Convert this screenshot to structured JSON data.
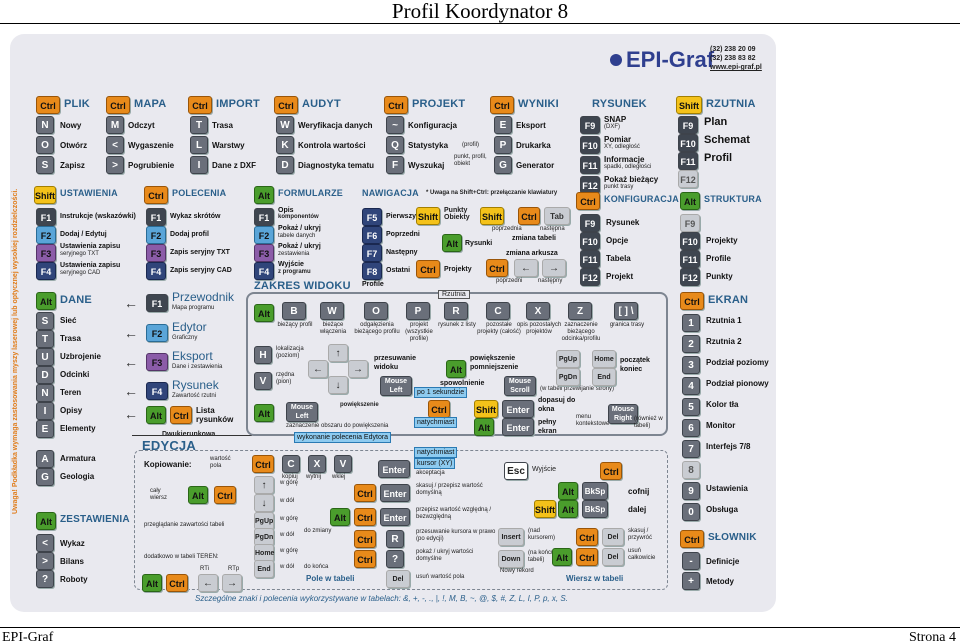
{
  "doc": {
    "title": "Profil Koordynator 8",
    "footer_left": "EPI-Graf",
    "footer_right": "Strona 4"
  },
  "card": {
    "logo": "EPI-Graf",
    "phone1": "(32) 238 20 09",
    "phone2": "(32) 238 83 82",
    "url": "www.epi-graf.pl",
    "side_text": "Uwaga! Podkładka wymaga zastosowania myszy laserowej lub optycznej wysokiej rozdzielczości.",
    "bottom_note": "Szczególne znaki i polecenia wykorzystywane w tabelach: &, +, -, ., |, !, M, B, ~, @, $, #, Z, L, I, P, p, x, S."
  },
  "plik": {
    "mod": "Ctrl",
    "title": "PLIK",
    "items": [
      {
        "key": "N",
        "label": "Nowy"
      },
      {
        "key": "O",
        "label": "Otwórz"
      },
      {
        "key": "S",
        "label": "Zapisz"
      }
    ]
  },
  "mapa": {
    "mod": "Ctrl",
    "title": "MAPA",
    "items": [
      {
        "key": "M",
        "label": "Odczyt"
      },
      {
        "key": "<",
        "label": "Wygaszenie"
      },
      {
        "key": ">",
        "label": "Pogrubienie"
      }
    ]
  },
  "import": {
    "mod": "Ctrl",
    "title": "IMPORT",
    "items": [
      {
        "key": "T",
        "label": "Trasa"
      },
      {
        "key": "L",
        "label": "Warstwy"
      },
      {
        "key": "I",
        "label": "Dane z DXF"
      }
    ]
  },
  "audyt": {
    "mod": "Ctrl",
    "title": "AUDYT",
    "items": [
      {
        "key": "W",
        "label": "Weryfikacja danych"
      },
      {
        "key": "K",
        "label": "Kontrola wartości"
      },
      {
        "key": "D",
        "label": "Diagnostyka tematu"
      }
    ]
  },
  "projekt": {
    "mod": "Ctrl",
    "title": "PROJEKT",
    "items": [
      {
        "key": "~",
        "label": "Konfiguracja"
      },
      {
        "key": "Q",
        "label": "Statystyka",
        "note": "(profil)"
      },
      {
        "key": "F",
        "label": "Wyszukaj",
        "note": "punkt, profil, obiekt"
      }
    ]
  },
  "wyniki": {
    "mod": "Ctrl",
    "title": "WYNIKI",
    "items": [
      {
        "key": "E",
        "label": "Eksport"
      },
      {
        "key": "P",
        "label": "Drukarka"
      },
      {
        "key": "G",
        "label": "Generator"
      }
    ]
  },
  "rysunek": {
    "title": "RYSUNEK",
    "items": [
      {
        "key": "F9",
        "label": "SNAP",
        "note": "(DXF)"
      },
      {
        "key": "F10",
        "label": "Pomiar",
        "note": "XY, odległość"
      },
      {
        "key": "F11",
        "label": "Informacje",
        "note": "spadki, odległości"
      },
      {
        "key": "F12",
        "label": "Pokaż bieżący",
        "note": "punkt trasy"
      }
    ]
  },
  "rzutnia": {
    "mod": "Shift",
    "title": "RZUTNIA",
    "items": [
      {
        "key": "F9",
        "label": "Plan"
      },
      {
        "key": "F10",
        "label": "Schemat"
      },
      {
        "key": "F11",
        "label": "Profil"
      },
      {
        "key": "F12",
        "label": ""
      }
    ]
  },
  "ustawienia": {
    "mod": "Shift",
    "title": "USTAWIENIA",
    "items": [
      {
        "key": "F1",
        "label": "Instrukcje (wskazówki)"
      },
      {
        "key": "F2",
        "label": "Dodaj / Edytuj"
      },
      {
        "key": "F3",
        "label": "Ustawienia zapisu",
        "note": "seryjnego TXT"
      },
      {
        "key": "F4",
        "label": "Ustawienia zapisu",
        "note": "seryjnego CAD"
      }
    ]
  },
  "polecenia": {
    "mod": "Ctrl",
    "title": "POLECENIA",
    "items": [
      {
        "key": "F1",
        "label": "Wykaz skrótów"
      },
      {
        "key": "F2",
        "label": "Dodaj profil"
      },
      {
        "key": "F3",
        "label": "Zapis seryjny TXT"
      },
      {
        "key": "F4",
        "label": "Zapis seryjny CAD"
      }
    ]
  },
  "formularze": {
    "mod": "Alt",
    "title": "FORMULARZE",
    "items": [
      {
        "key": "F1",
        "label": "Opis",
        "note": "komponentów"
      },
      {
        "key": "F2",
        "label": "Pokaż / ukryj",
        "note": "tabele danych"
      },
      {
        "key": "F3",
        "label": "Pokaż / ukryj",
        "note": "zestawienia"
      },
      {
        "key": "F4",
        "label": "Wyjście",
        "note": "z programu"
      }
    ]
  },
  "nawigacja": {
    "title": "NAWIGACJA",
    "note": "* Uwaga na Shift+Ctrl: przełączanie klawiatury",
    "items": [
      {
        "key": "F5",
        "label": "Pierwszy"
      },
      {
        "key": "F6",
        "label": "Poprzedni"
      },
      {
        "key": "F7",
        "label": "Następny"
      },
      {
        "key": "F8",
        "label": "Ostatni"
      }
    ],
    "profile_label": "Profile",
    "punkty_obiekty": "Punkty Obiekty",
    "rysunki": "Rysunki",
    "projekty": "Projekty",
    "shift": "Shift",
    "ctrl": "Ctrl",
    "alt": "Alt",
    "tab": "Tab",
    "poprzednia": "poprzednia",
    "nastepna": "następna",
    "zmiana_tabeli": "zmiana tabeli",
    "zmiana_arkusza": "zmiana arkusza",
    "poprzedni": "poprzedni",
    "nastepny": "następny"
  },
  "konfiguracja": {
    "mod": "Ctrl",
    "title": "KONFIGURACJA",
    "items": [
      {
        "key": "F9",
        "label": "Rysunek"
      },
      {
        "key": "F10",
        "label": "Opcje"
      },
      {
        "key": "F11",
        "label": "Tabela"
      },
      {
        "key": "F12",
        "label": "Projekt"
      }
    ]
  },
  "struktura": {
    "mod": "Alt",
    "title": "STRUKTURA",
    "items": [
      {
        "key": "F9",
        "label": ""
      },
      {
        "key": "F10",
        "label": "Projekty"
      },
      {
        "key": "F11",
        "label": "Profile"
      },
      {
        "key": "F12",
        "label": "Punkty"
      }
    ]
  },
  "dane": {
    "mod": "Alt",
    "title": "DANE",
    "items": [
      {
        "key": "S",
        "label": "Sieć"
      },
      {
        "key": "T",
        "label": "Trasa"
      },
      {
        "key": "U",
        "label": "Uzbrojenie"
      },
      {
        "key": "D",
        "label": "Odcinki"
      },
      {
        "key": "N",
        "label": "Teren"
      },
      {
        "key": "I",
        "label": "Opisy"
      },
      {
        "key": "E",
        "label": "Elementy"
      },
      {
        "key": "A",
        "label": "Armatura"
      },
      {
        "key": "G",
        "label": "Geologia"
      }
    ]
  },
  "zestawienia": {
    "mod": "Alt",
    "title": "ZESTAWIENIA",
    "items": [
      {
        "key": "<",
        "label": "Wykaz"
      },
      {
        "key": ">",
        "label": "Bilans"
      },
      {
        "key": "?",
        "label": "Roboty"
      }
    ]
  },
  "okna": {
    "items": [
      {
        "key": "F1",
        "label": "Przewodnik",
        "note": "Mapa programu"
      },
      {
        "key": "F2",
        "label": "Edytor",
        "note": "Graficzny"
      },
      {
        "key": "F3",
        "label": "Eksport",
        "note": "Dane i zestawienia"
      },
      {
        "key": "F4",
        "label": "Rysunek",
        "note": "Zawartość rzutni"
      }
    ],
    "alt": "Alt",
    "lista_rysunkow": "Lista rysunków",
    "dwukierunkowa": "Dwukierunkowa"
  },
  "zakres": {
    "title": "ZAKRES WIDOKU",
    "rzutnia": "Rzutnia",
    "alt": "Alt",
    "keys": [
      {
        "key": "B",
        "label": "bieżący profil"
      },
      {
        "key": "W",
        "label": "bieżące włączenia"
      },
      {
        "key": "O",
        "label": "odgałęzienia bieżącego profilu"
      },
      {
        "key": "P",
        "label": "projekt (wszystkie profile)"
      },
      {
        "key": "R",
        "label": "rysunek z listy"
      },
      {
        "key": "C",
        "label": "pozostałe projekty (całość)"
      },
      {
        "key": "X",
        "label": "opis pozostałych projektów"
      },
      {
        "key": "Z",
        "label": "zaznaczenie bieżącego odcinka/profilu"
      },
      {
        "key": "[ ] \\",
        "label": "granica trasy"
      }
    ],
    "h_label": "lokalizacja (poziom)",
    "v_label": "rzędna (pion)",
    "przesuwanie": "przesuwanie widoku",
    "mouse_left": "Mouse Left",
    "po1s": "po 1 sekundzie",
    "powiekszenie_pomn": "powiększenie pomniejszenie",
    "spowolnienie": "spowolnienie",
    "mouse_scroll": "Mouse Scroll",
    "w_tabeli": "(w tabeli przewijanie strony)",
    "pgup": "PgUp",
    "pgdn": "PgDn",
    "home": "Home",
    "end": "End",
    "poczatek": "początek koniec",
    "powiekszenie": "powiększenie",
    "zaznaczenie": "zaznaczenie obszaru do powiększenia",
    "natychmiast": "natychmiast",
    "wykonanie": "wykonanie polecenia Edytora",
    "shift": "Shift",
    "enter": "Enter",
    "ctrl": "Ctrl",
    "dopasuj": "dopasuj do okna",
    "pelny": "pełny ekran",
    "menu": "menu kontekstowe",
    "mouse_right": "Mouse Right",
    "rowniez": "(również w tabeli)"
  },
  "ekran": {
    "mod": "Ctrl",
    "title": "EKRAN",
    "items": [
      {
        "key": "1",
        "label": "Rzutnia 1"
      },
      {
        "key": "2",
        "label": "Rzutnia 2"
      },
      {
        "key": "3",
        "label": "Podział poziomy"
      },
      {
        "key": "4",
        "label": "Podział pionowy"
      },
      {
        "key": "5",
        "label": "Kolor tła"
      },
      {
        "key": "6",
        "label": "Monitor"
      },
      {
        "key": "7",
        "label": "Interfejs 7/8"
      },
      {
        "key": "8",
        "label": ""
      },
      {
        "key": "9",
        "label": "Ustawienia"
      },
      {
        "key": "0",
        "label": "Obsługa"
      }
    ]
  },
  "slownik": {
    "mod": "Ctrl",
    "title": "SŁOWNIK",
    "items": [
      {
        "key": "-",
        "label": "Definicje"
      },
      {
        "key": "+",
        "label": "Metody"
      }
    ]
  },
  "edycja": {
    "title": "EDYCJA",
    "kopiowanie": "Kopiowanie:",
    "wartosc_pola": "wartość pola",
    "caly_wiersz": "cały wiersz",
    "przegladanie": "przeglądanie zawartości tabeli",
    "dodatkowo": "dodatkowo w tabeli TEREN:",
    "rti": "RTi",
    "rtp": "RTp",
    "kopiuj": "kopiuj",
    "wytnij": "wytnij",
    "wklej": "wklej",
    "w_gore": "w górę",
    "w_dol": "w dół",
    "do_zmiany": "do zmiany",
    "do_konca": "do końca",
    "pole_w_tabeli": "Pole w tabeli",
    "wiersz_w_tabeli": "Wiersz w tabeli",
    "natychmiast": "natychmiast",
    "kursor": "kursor (XY)",
    "akceptacja": "akceptacja",
    "enter": "Enter",
    "esc": "Esc",
    "wyjscie": "Wyjście",
    "skasuj": "skasuj / przepisz wartość domyślną",
    "przepisz": "przepisz wartość względną / bezwzględną",
    "przesuwanie": "przesuwanie kursora w prawo (po edycji)",
    "pokaz": "pokaż / ukryj wartości domyślne",
    "usun": "usuń wartość pola",
    "insert": "Insert",
    "nad_kursorem": "(nad kursorem)",
    "down": "Down",
    "na_koncu": "(na końcu tabeli)",
    "nowy_rekord": "Nowy rekord",
    "cofnij": "cofnij",
    "dalej": "dalej",
    "bksp": "BkSp",
    "skasuj_przywroc": "skasuj / przywróć",
    "usun_calkowicie": "usuń całkowicie",
    "del": "Del",
    "ctrl": "Ctrl",
    "alt": "Alt",
    "shift": "Shift"
  }
}
